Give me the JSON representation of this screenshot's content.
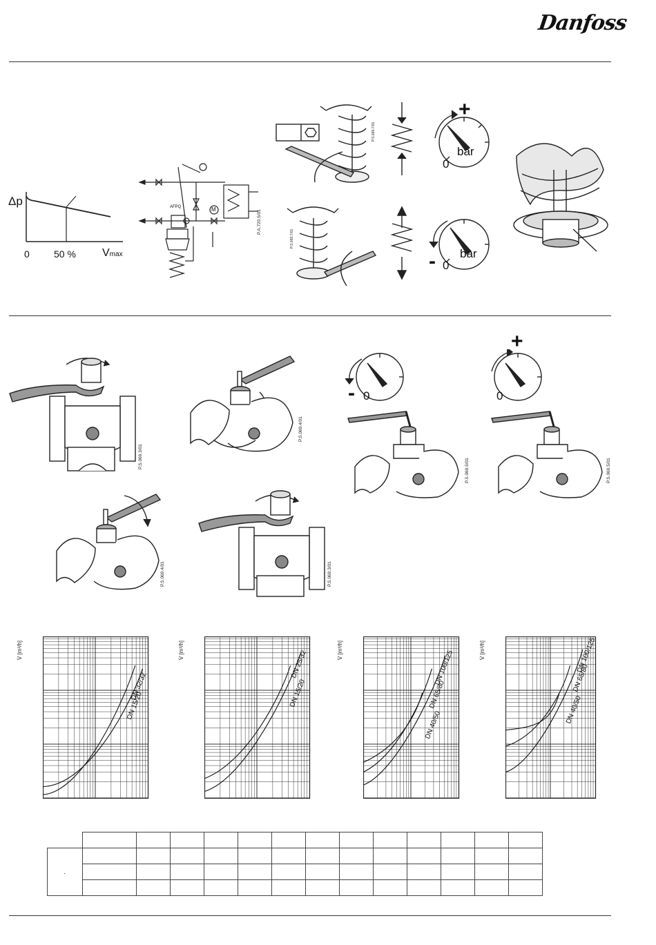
{
  "brand": {
    "logo_text": "Danfoss"
  },
  "dp_graph": {
    "y_label": "Δp",
    "x_ticks": [
      "0",
      "50 %"
    ],
    "x_end_main": "V",
    "x_end_sub": "max"
  },
  "schematic": {
    "code": "P.A.720.5/01",
    "label_afpq": "AFPQ",
    "label_motor": "M"
  },
  "spring_adjust": {
    "code_top": "P.S.069.7/01",
    "code_bottom": "P.S.069.7/01"
  },
  "gauges": [
    {
      "sign": "+",
      "unit": "bar",
      "zero": "0"
    },
    {
      "sign": "-",
      "unit": "bar",
      "zero": "0"
    },
    {
      "sign": "-",
      "zero": "0"
    },
    {
      "sign": "+",
      "zero": "0"
    }
  ],
  "valve_codes": [
    "P.S.069.3/01",
    "P.S.069.4/01",
    "P.S.069.5/01",
    "P.S.069.5/01",
    "P.S.069.4/01",
    "P.S.069.3/01"
  ],
  "flow_charts": [
    {
      "y_label": "V̇ [m³/h]",
      "curves": [
        "DN 15/20",
        "DN 32/32"
      ]
    },
    {
      "y_label": "V̇ [m³/h]",
      "curves": [
        "DN 15/20",
        "DN 25/32"
      ]
    },
    {
      "y_label": "V̇ [m³/h]",
      "curves": [
        "DN 40/50",
        "DN 65/80",
        "DN 100/125"
      ]
    },
    {
      "y_label": "V̇ [m³/h]",
      "curves": [
        "DN 40/50",
        "DN 65/80",
        "DN 100/125"
      ]
    }
  ],
  "table": {
    "row_mark": "."
  }
}
